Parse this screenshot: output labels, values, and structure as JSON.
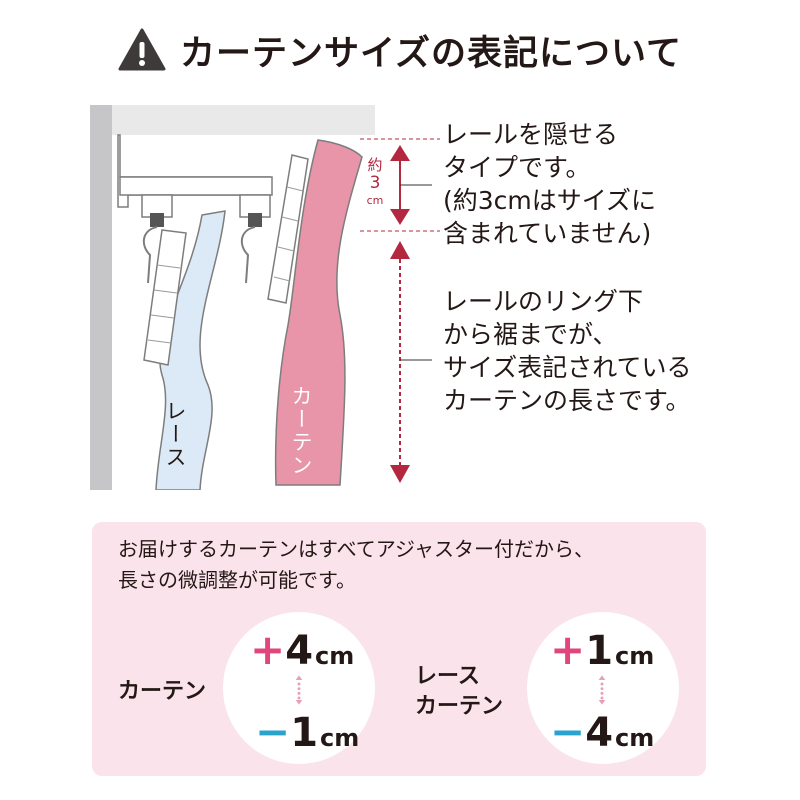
{
  "title": {
    "text": "カーテンサイズの表記について",
    "icon": "warning-icon"
  },
  "diagram": {
    "lace_label": "レース",
    "curtain_label": "カーテン",
    "measure_label_top": "約",
    "measure_label_num": "3",
    "measure_label_unit": "cm",
    "colors": {
      "lace": "#dbeaf6",
      "curtain": "#e894a9",
      "measure": "#b3283f",
      "wall": "#cfcfd1"
    }
  },
  "notes": {
    "note1": [
      "レールを隠せる",
      "タイプです。",
      "(約3cmはサイズに",
      "含まれていません)"
    ],
    "note2": [
      "レールのリング下",
      "から裾までが、",
      "サイズ表記されている",
      "カーテンの長さです。"
    ]
  },
  "box": {
    "text": [
      "お届けするカーテンはすべてアジャスター付だから、",
      "長さの微調整が可能です。"
    ],
    "curtain": {
      "label": "カーテン",
      "plus_sign": "+",
      "plus_value": "4",
      "minus_sign": "−",
      "minus_value": "1",
      "unit": "cm"
    },
    "lace": {
      "label_line1": "レース",
      "label_line2": "カーテン",
      "plus_sign": "+",
      "plus_value": "1",
      "minus_sign": "−",
      "minus_value": "4",
      "unit": "cm"
    },
    "colors": {
      "background": "#fbe3ec",
      "plus": "#e0457b",
      "minus": "#2aa3cf"
    }
  }
}
